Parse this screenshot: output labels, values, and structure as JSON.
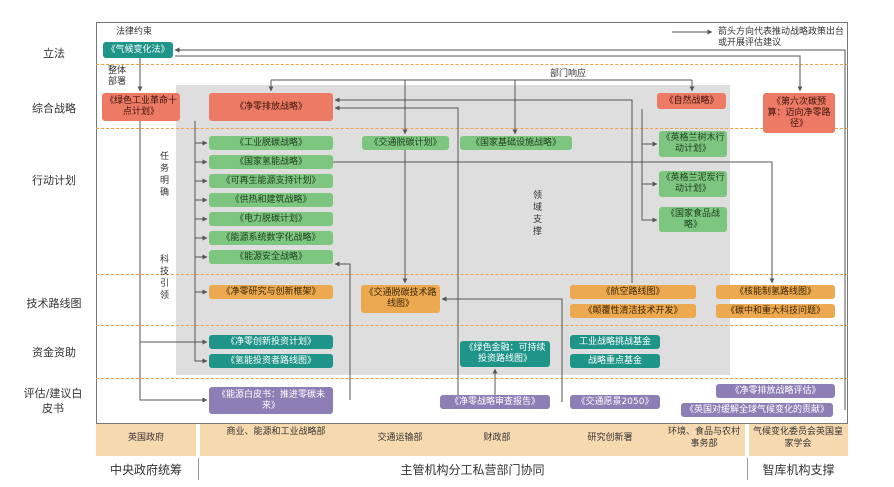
{
  "legend": {
    "law_constraint": "法律约束",
    "arrow_note": "箭头方向代表推动战略政策出台或开展评估建议"
  },
  "rows": {
    "legislation": "立法",
    "strategy": "综合战略",
    "action": "行动计划",
    "roadmap": "技术路线图",
    "funding": "资金资助",
    "evaluation": "评估/建议白皮书"
  },
  "notes": {
    "overall": "整体部署",
    "dept_response": "部门响应",
    "task": "任务明确",
    "tech_guide": "科技引领",
    "domain_support": "领域支撑"
  },
  "boxes": {
    "climate_act": "《气候变化法》",
    "green_revolution": "《绿色工业革命十点计划》",
    "net_zero_strategy": "《净零排放战略》",
    "nature_strategy": "《自然战略》",
    "sixth_budget": "《第六次碳预算：迈向净零路径》",
    "industrial_decarb": "《工业脱碳战略》",
    "hydrogen_strategy": "《国家氢能战略》",
    "renewable_plan": "《可再生能源支持计划》",
    "heat_building": "《供热和建筑战略》",
    "power_decarb": "《电力脱碳计划》",
    "energy_digital": "《能源系统数字化战略》",
    "energy_security": "《能源安全战略》",
    "transport_decarb": "《交通脱碳计划》",
    "infrastructure": "《国家基础设施战略》",
    "tree_plan": "《英格兰树木行动计划》",
    "peat_plan": "《英格兰泥炭行动计划》",
    "food_strategy": "《国家食品战略》",
    "net_zero_research": "《净零研究与创新框架》",
    "transport_tech": "《交通脱碳技术路线图》",
    "aviation": "《航空路线图》",
    "disruptive_clean": "《颠覆性清洁技术开发》",
    "nuclear_hydrogen": "《核能制氢路线图》",
    "carbon_neutral_tech": "《碳中和重大科技问题》",
    "net_zero_investment": "《净零创新投资计划》",
    "hydrogen_investor": "《氢能投资者路线图》",
    "green_finance": "《绿色金融：可持续投资路线图》",
    "industrial_fund": "工业战略挑战基金",
    "strategic_fund": "战略重点基金",
    "energy_whitepaper": "《能源白皮书：推进零碳未来》",
    "net_zero_review": "《净零战略审查报告》",
    "transport_vision": "《交通愿景2050》",
    "net_zero_eval": "《净零排放战略评估》",
    "uk_contribution": "《英国对缓解全球气候变化的贡献》"
  },
  "orgs": {
    "uk_government": "英国政府",
    "beis": "商业、能源和工业战略部",
    "dft": "交通运输部",
    "treasury": "财政部",
    "ukri": "研究创新署",
    "defra": "环境、食品与农村事务部",
    "ccc_royal": "气候变化委员会英国皇家学会"
  },
  "categories": {
    "central": "中央政府统筹",
    "departments": "主管机构分工私营部门协同",
    "thinktank": "智库机构支撑"
  },
  "colors": {
    "green": "#7dc67f",
    "red": "#ec7a64",
    "orange": "#eda94f",
    "teal": "#1f9489",
    "purple": "#8d7fb5",
    "dash": "#f0a24a",
    "band": "#f7d9b0",
    "gray_area": "#dedede"
  }
}
